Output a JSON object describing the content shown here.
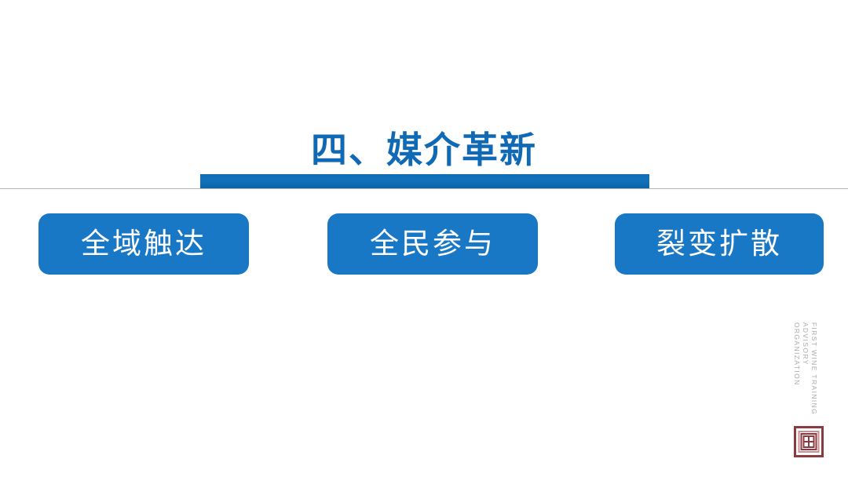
{
  "slide": {
    "background_color": "#ffffff",
    "title": "四、媒介革新",
    "title_color": "#0f69b4",
    "accent_bar_color": "#0e6db5",
    "divider_color": "#b4b8bb"
  },
  "pills": {
    "fill_color": "#1878c6",
    "text_color": "#ffffff",
    "items": [
      {
        "label": "全域触达"
      },
      {
        "label": "全民参与"
      },
      {
        "label": "裂变扩散"
      }
    ]
  },
  "brand": {
    "color": "#a9a9a9",
    "lines": [
      "FIRST WINE TRAINING",
      "ADVISORY",
      "ORGANIZATION"
    ]
  },
  "logo": {
    "name": "seal-logo",
    "color": "#8c3a3f"
  }
}
